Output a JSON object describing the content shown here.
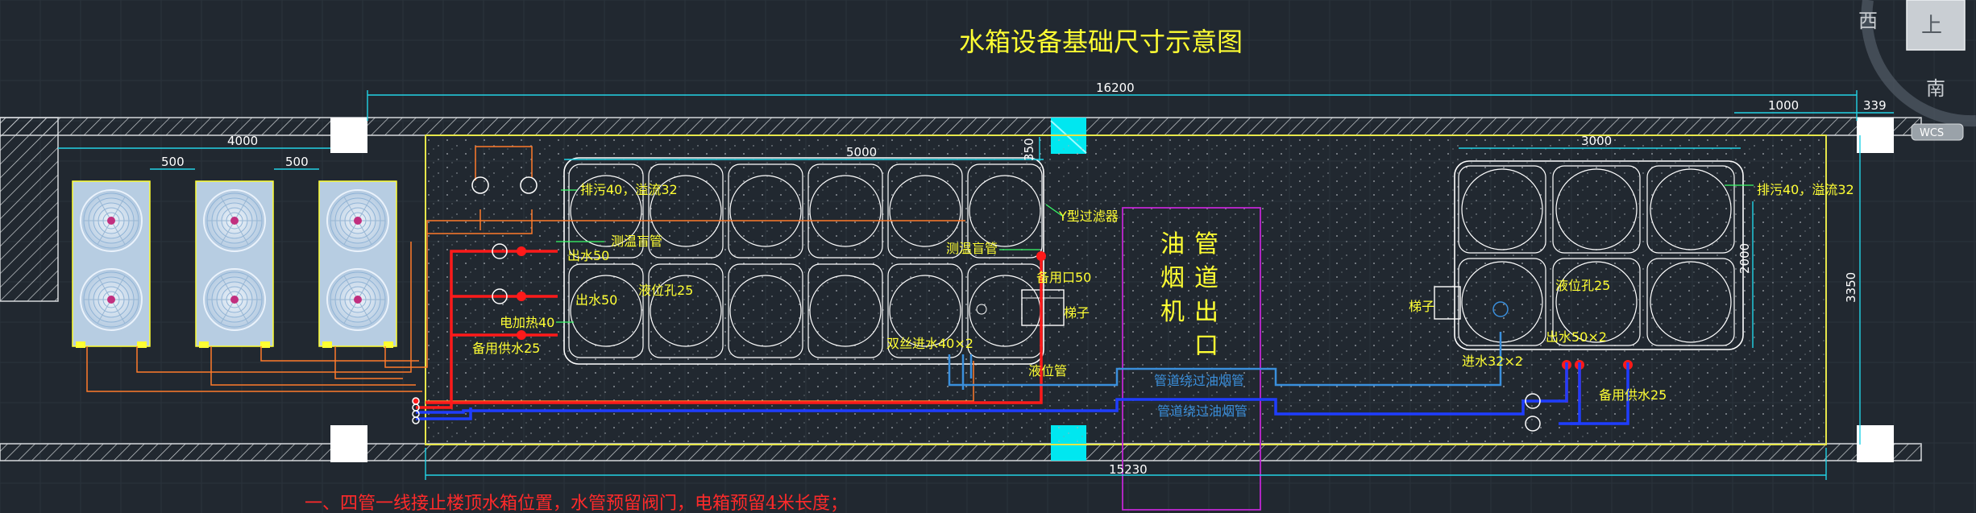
{
  "title": "水箱设备基础尺寸示意图",
  "viewcube": {
    "west": "西",
    "top": "上",
    "south": "南",
    "wcs": "WCS"
  },
  "dimensions": {
    "overall_top": "16200",
    "overall_bottom": "15230",
    "left_4000": "4000",
    "gap_500_a": "500",
    "gap_500_b": "500",
    "tank_left_5000": "5000",
    "tank_left_350": "350",
    "tank_right_3000": "3000",
    "right_1000": "1000",
    "right_339": "339",
    "right_2000": "2000",
    "right_3350": "3350"
  },
  "labels": {
    "drain_left": "排污40，溢流32",
    "temp_blind_left": "测温盲管",
    "outlet50_a": "出水50",
    "outlet50_b": "出水50",
    "level_hole_left": "液位孔25",
    "electric_heat": "电加热40",
    "backup_supply_left": "备用供水25",
    "temp_blind_right": "测温盲管",
    "y_filter": "Y型过滤器",
    "backup_port": "备用口50",
    "ladder_left": "梯子",
    "dual_inlet": "双丝进水40×2",
    "level_pipe": "液位管",
    "flue_shaft": [
      "油",
      "烟",
      "机"
    ],
    "pipe_outlet": [
      "管",
      "道",
      "出",
      "口"
    ],
    "route_upper": "管道绕过油烟管",
    "route_lower": "管道绕过油烟管",
    "ladder_right": "梯子",
    "level_hole_right": "液位孔25",
    "outlet50x2": "出水50×2",
    "inlet32x2": "进水32×2",
    "drain_right": "排污40，溢流32",
    "backup_supply_right": "备用供水25"
  },
  "note": "一、四管一线接止楼顶水箱位置，水管预留阀门，电箱预留4米长度；",
  "colors": {
    "background": "#212830",
    "dimension": "#22d3e6",
    "equipment": "#ffffff",
    "annotation": "#ffff33",
    "hot_pipe": "#ff1a1a",
    "cold_pipe": "#1f3dff",
    "route_pipe": "#3a8fdc",
    "shaft": "#c026d3",
    "boundary": "#e6e64a",
    "note": "#ff2a2a"
  }
}
